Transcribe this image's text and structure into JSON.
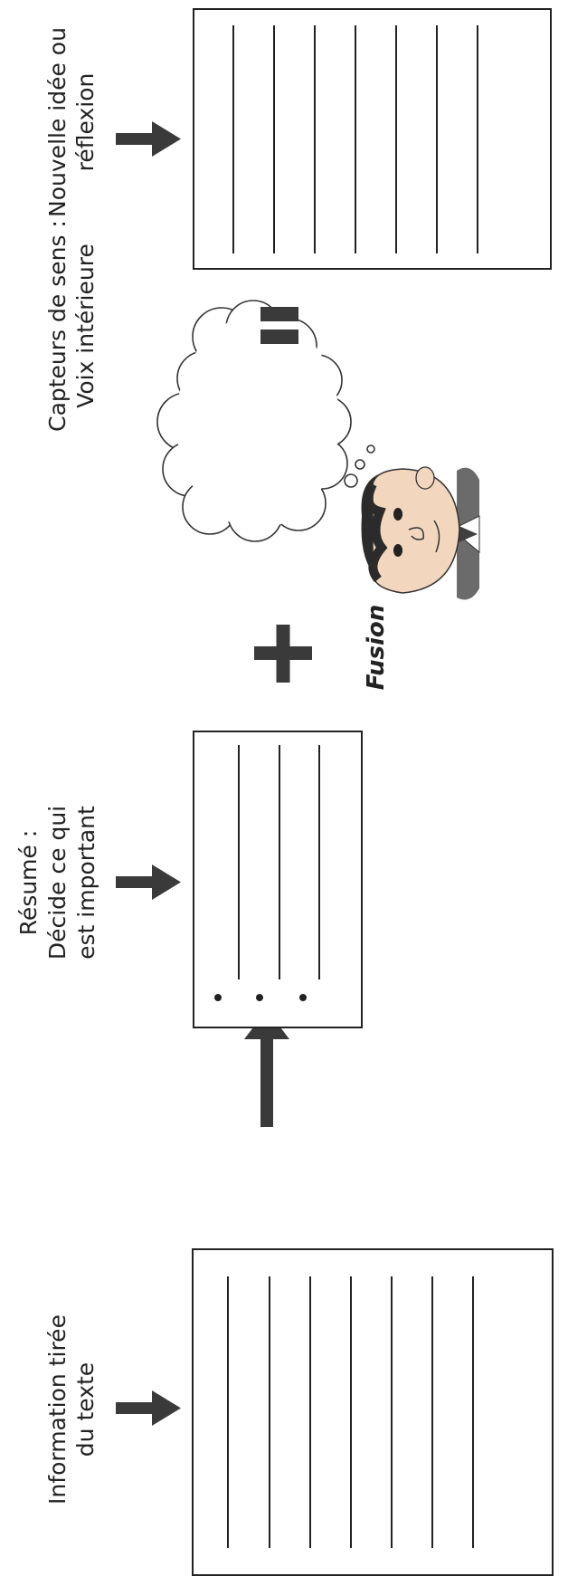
{
  "labels": {
    "information": [
      "Information tirée",
      "du texte"
    ],
    "resume": [
      "Résumé :",
      "Décide ce qui",
      "est important"
    ],
    "capteurs": [
      "Capteurs de sens :",
      "Voix intérieure"
    ],
    "nouvelle": [
      "Nouvelle idée ou",
      "réflexion"
    ],
    "fusion": "Fusion"
  },
  "boxes": {
    "information": {
      "lines": 7,
      "bullets": 0
    },
    "resume": {
      "lines": 3,
      "bullets": 3
    },
    "nouvelle": {
      "lines": 7,
      "bullets": 0
    }
  },
  "symbols": {
    "plus": "+",
    "equals": "="
  },
  "illustration": {
    "subject": "cartoon-boy-thinking",
    "thought": "empty-thought-cloud"
  },
  "colors": {
    "ink": "#222222",
    "arrow": "#3a3a3a",
    "hair": "#2b2b2b",
    "skin": "#f2d6bd",
    "shirt": "#6b6b6b",
    "tie": "#3f3f3f"
  }
}
